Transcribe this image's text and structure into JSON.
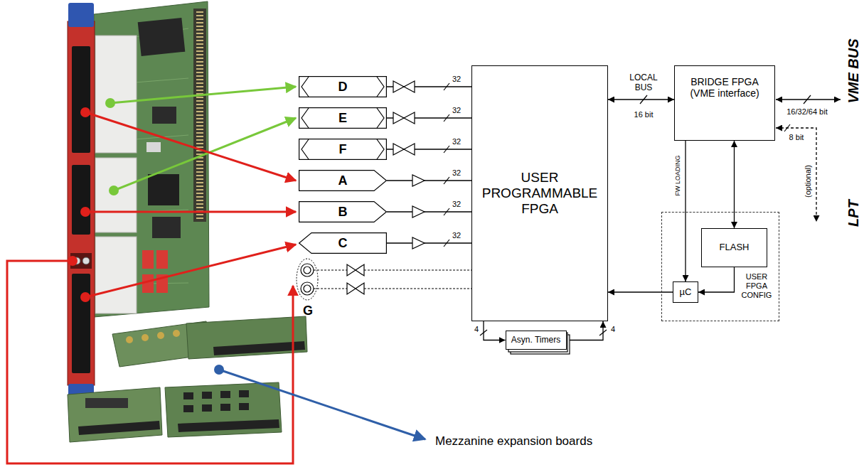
{
  "diagram": {
    "nodes": [
      {
        "text": [
          "D"
        ]
      },
      {
        "text": [
          "E"
        ]
      },
      {
        "text": [
          "F"
        ]
      },
      {
        "text": [
          "A"
        ]
      },
      {
        "text": [
          "B"
        ]
      },
      {
        "text": [
          "C"
        ]
      },
      {
        "text": [
          "USER PROGRAMMABLE FPGA"
        ]
      },
      {
        "text": [
          "BRIDGE FPGA (VME interface)"
        ]
      },
      {
        "text": [
          "USER FPGA CONFIG"
        ]
      },
      {
        "text": [
          "FLASH"
        ],
        "in": 8
      },
      {
        "text": [
          "µC"
        ],
        "in": 8
      },
      {
        "text": [
          "Asyn. Timers"
        ]
      }
    ],
    "edges": [
      {
        "from": 0,
        "to": 6,
        "arrow": "none",
        "label": "32"
      },
      {
        "from": 1,
        "to": 6,
        "arrow": "none",
        "label": "32"
      },
      {
        "from": 2,
        "to": 6,
        "arrow": "none",
        "label": "32"
      },
      {
        "from": 3,
        "to": 6,
        "arrow": "none",
        "label": "32"
      },
      {
        "from": 4,
        "to": 6,
        "arrow": "none",
        "label": "32"
      },
      {
        "from": 5,
        "to": 6,
        "arrow": "none",
        "label": "32"
      },
      {
        "from": 6,
        "to": 7,
        "arrow": "both",
        "label": "LOCAL BUS"
      },
      {
        "from": 7,
        "to": 9,
        "arrow": "both"
      },
      {
        "from": 7,
        "to": 10,
        "arrow": "to",
        "label": "FW LOADING"
      },
      {
        "from": 9,
        "to": 10,
        "arrow": "to"
      },
      {
        "from": 10,
        "to": 6,
        "arrow": "to"
      },
      {
        "from": 6,
        "to": 11,
        "arrow": "to",
        "label": "4"
      },
      {
        "from": 11,
        "to": 6,
        "arrow": "to",
        "label": "4"
      }
    ],
    "labels": [
      "G",
      "16 bit",
      "16/32/64 bit",
      "VME BUS",
      "8 bit",
      "(optional)",
      "LPT",
      "Mezzanine expansion boards"
    ]
  }
}
